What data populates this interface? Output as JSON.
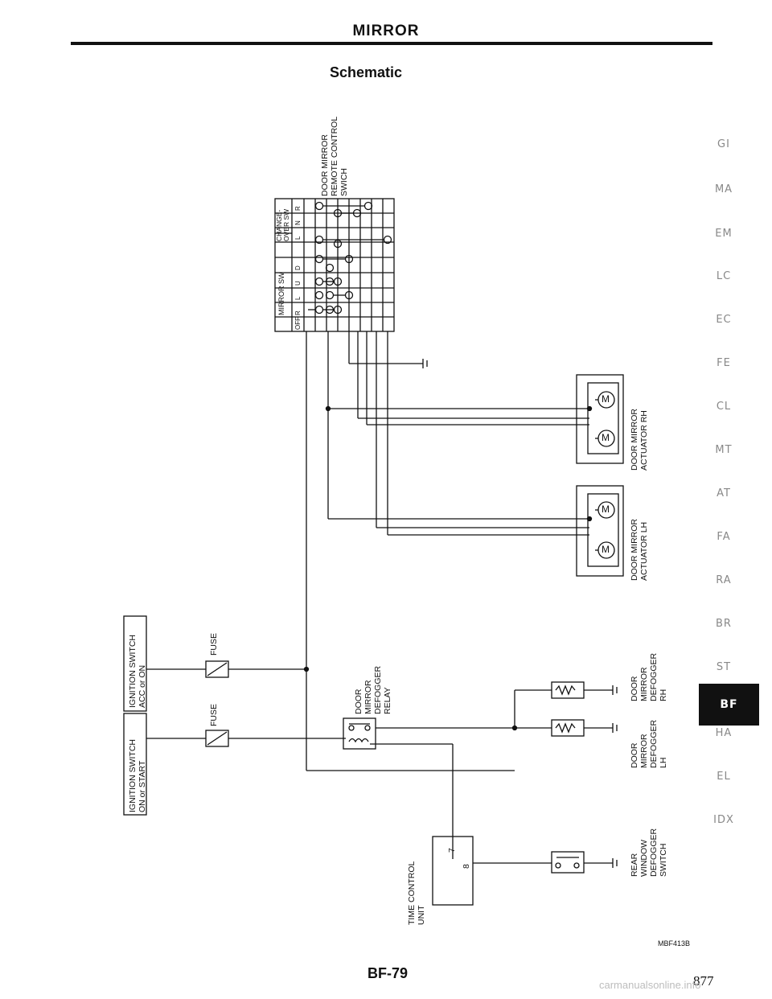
{
  "header": {
    "title": "MIRROR",
    "subtitle": "Schematic"
  },
  "labels": {
    "remote_switch": "DOOR MIRROR\nREMOTE CONTROL\nSWICH",
    "mirror_sw": "MIRROR SW",
    "changeover_sw": "CHANGE-\nOVER SW",
    "pos_off": "OFF",
    "pos_r": "R",
    "pos_l": "L",
    "pos_u": "U",
    "pos_d": "D",
    "pos_cl": "L",
    "pos_n": "N",
    "pos_cr": "R",
    "actuator_rh": "DOOR MIRROR\nACTUATOR RH",
    "actuator_lh": "DOOR MIRROR\nACTUATOR LH",
    "ign_acc": "IGNITION SWITCH\nACC or ON",
    "ign_start": "IGNITION SWITCH\nON or START",
    "fuse1": "FUSE",
    "fuse2": "FUSE",
    "relay": "DOOR\nMIRROR\nDEFOGGER\nRELAY",
    "defogger_rh": "DOOR\nMIRROR\nDEFOGGER\nRH",
    "defogger_lh": "DOOR\nMIRROR\nDEFOGGER\nLH",
    "rear_switch": "REAR\nWINDOW\nDEFOGGER\nSWITCH",
    "tcu": "TIME CONTROL\nUNIT",
    "pin7": "7",
    "pin8": "8"
  },
  "motor_symbol": "M",
  "tabs": [
    "GI",
    "MA",
    "EM",
    "LC",
    "EC",
    "FE",
    "CL",
    "MT",
    "AT",
    "FA",
    "RA",
    "BR",
    "ST",
    "BF",
    "HA",
    "EL",
    "IDX"
  ],
  "active_tab": "BF",
  "footer": {
    "code": "MBF413B",
    "page": "BF-79",
    "book_page": "877",
    "watermark": "carmanualsonline.info"
  }
}
